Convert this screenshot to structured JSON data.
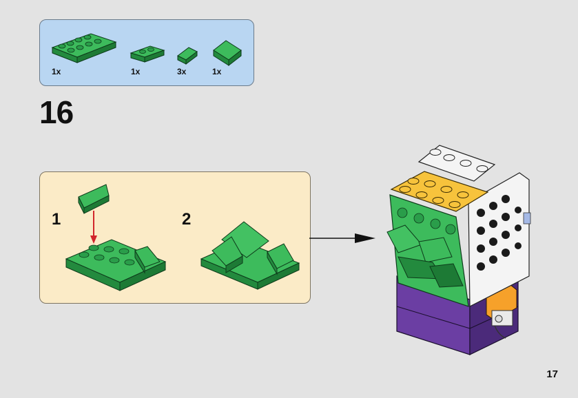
{
  "parts": [
    {
      "qty": "1x",
      "name": "green-plate-2x4"
    },
    {
      "qty": "1x",
      "name": "green-plate-1x2"
    },
    {
      "qty": "3x",
      "name": "green-slope-small"
    },
    {
      "qty": "1x",
      "name": "green-slope-large"
    }
  ],
  "step": {
    "number": "16"
  },
  "substeps": [
    {
      "label": "1"
    },
    {
      "label": "2"
    }
  ],
  "page": {
    "number": "17"
  },
  "colors": {
    "parts_bg": "#b9d6f2",
    "substep_bg": "#fbebc7",
    "brick_green": "#2fa84f",
    "arrow_red": "#d1262c"
  }
}
